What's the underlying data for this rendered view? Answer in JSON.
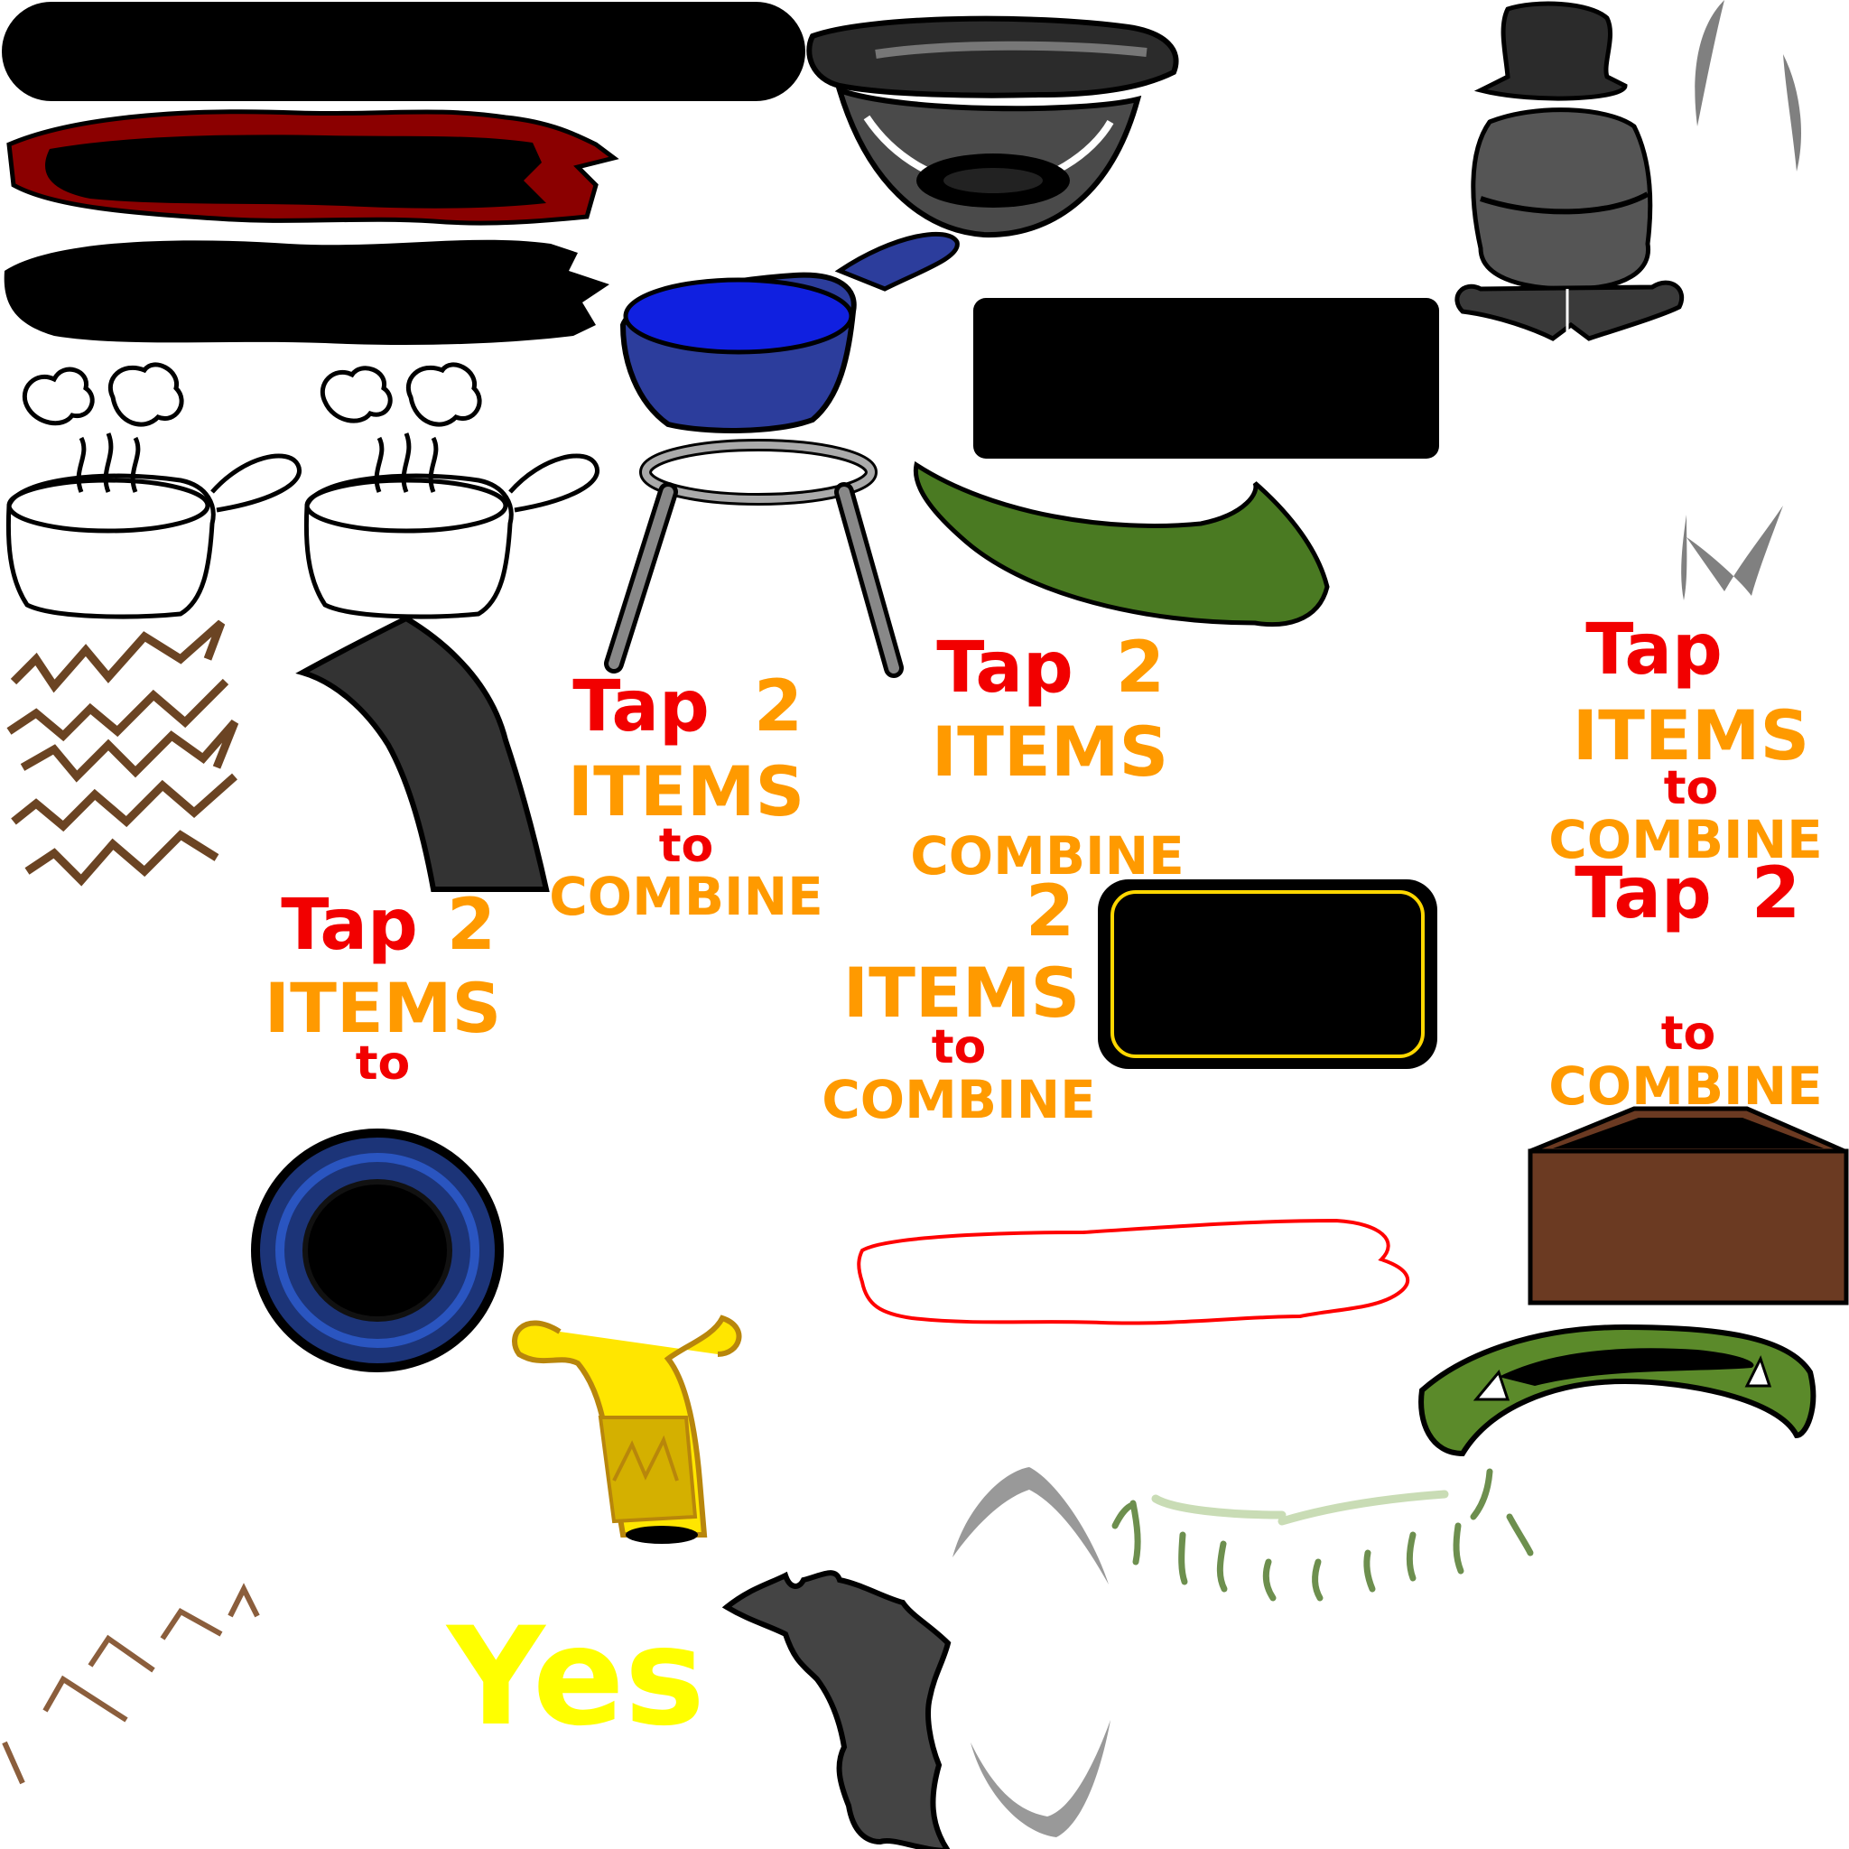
{
  "sprite_sheet": {
    "colors": {
      "tap": "#f20000",
      "items": "#ff9a00",
      "to": "#f20000",
      "combine": "#ff9a00",
      "yes": "#ffff00"
    },
    "sprites": [
      "black-bar",
      "red-bordered-splat",
      "black-splat",
      "cauldron",
      "blue-pot",
      "black-panel",
      "dark-figure",
      "grey-curve-strokes",
      "steam-sketches",
      "tripod-stand",
      "green-leaf",
      "scribble-zigzags",
      "black-arc",
      "bordered-black-panel",
      "blue-ring",
      "red-outline-splat",
      "brown-box",
      "jester-horn",
      "green-bowl",
      "grey-arc",
      "green-dashes",
      "brown-chevrons",
      "black-shard"
    ],
    "labels": {
      "group1": {
        "tap": "Tap",
        "num": "2",
        "items": "ITEMS",
        "to": "to",
        "combine": "COMBINE"
      },
      "group2": {
        "tap": "Tap",
        "num": "2",
        "items": "ITEMS"
      },
      "group3": {
        "tap": "Tap",
        "items": "ITEMS",
        "to": "to",
        "combine": "COMBINE"
      },
      "group4": {
        "tap": "Tap",
        "num": "2",
        "items": "ITEMS",
        "to": "to"
      },
      "group5": {
        "combine": "COMBINE",
        "num": "2",
        "items": "ITEMS",
        "to": "to",
        "combine2": "COMBINE"
      },
      "group6": {
        "tap": "Tap",
        "num": "2",
        "to": "to",
        "combine": "COMBINE"
      },
      "yes": "Yes"
    }
  }
}
